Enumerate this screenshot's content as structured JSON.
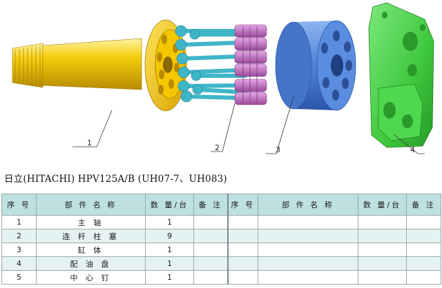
{
  "callouts": [
    {
      "id": "1",
      "label": "1"
    },
    {
      "id": "2",
      "label": "2"
    },
    {
      "id": "3",
      "label": "3"
    },
    {
      "id": "4",
      "label": "4"
    }
  ],
  "title": "日立(HITACHI) HPV125A/B (UH07-7、UH083)",
  "table": {
    "headers": [
      "序 号",
      "部 件 名 称",
      "数 量/台",
      "备 注",
      "序 号",
      "部 件 名 称",
      "数 量/台",
      "备 注"
    ],
    "rows": [
      {
        "no": "1",
        "name": "主 轴",
        "qty": "1",
        "note": ""
      },
      {
        "no": "2",
        "name": "连 杆 柱 塞",
        "qty": "9",
        "note": ""
      },
      {
        "no": "3",
        "name": "缸 体",
        "qty": "1",
        "note": ""
      },
      {
        "no": "4",
        "name": "配 油 盘",
        "qty": "1",
        "note": ""
      },
      {
        "no": "5",
        "name": "中 心 钉",
        "qty": "1",
        "note": ""
      }
    ]
  },
  "colors": {
    "shaft": "#f2c200",
    "rods": "#3fb6c8",
    "pistons": "#c070c0",
    "cylinder": "#4f82d8",
    "valve_plate": "#3fc83f",
    "header_bg": "#bfe0e0"
  }
}
